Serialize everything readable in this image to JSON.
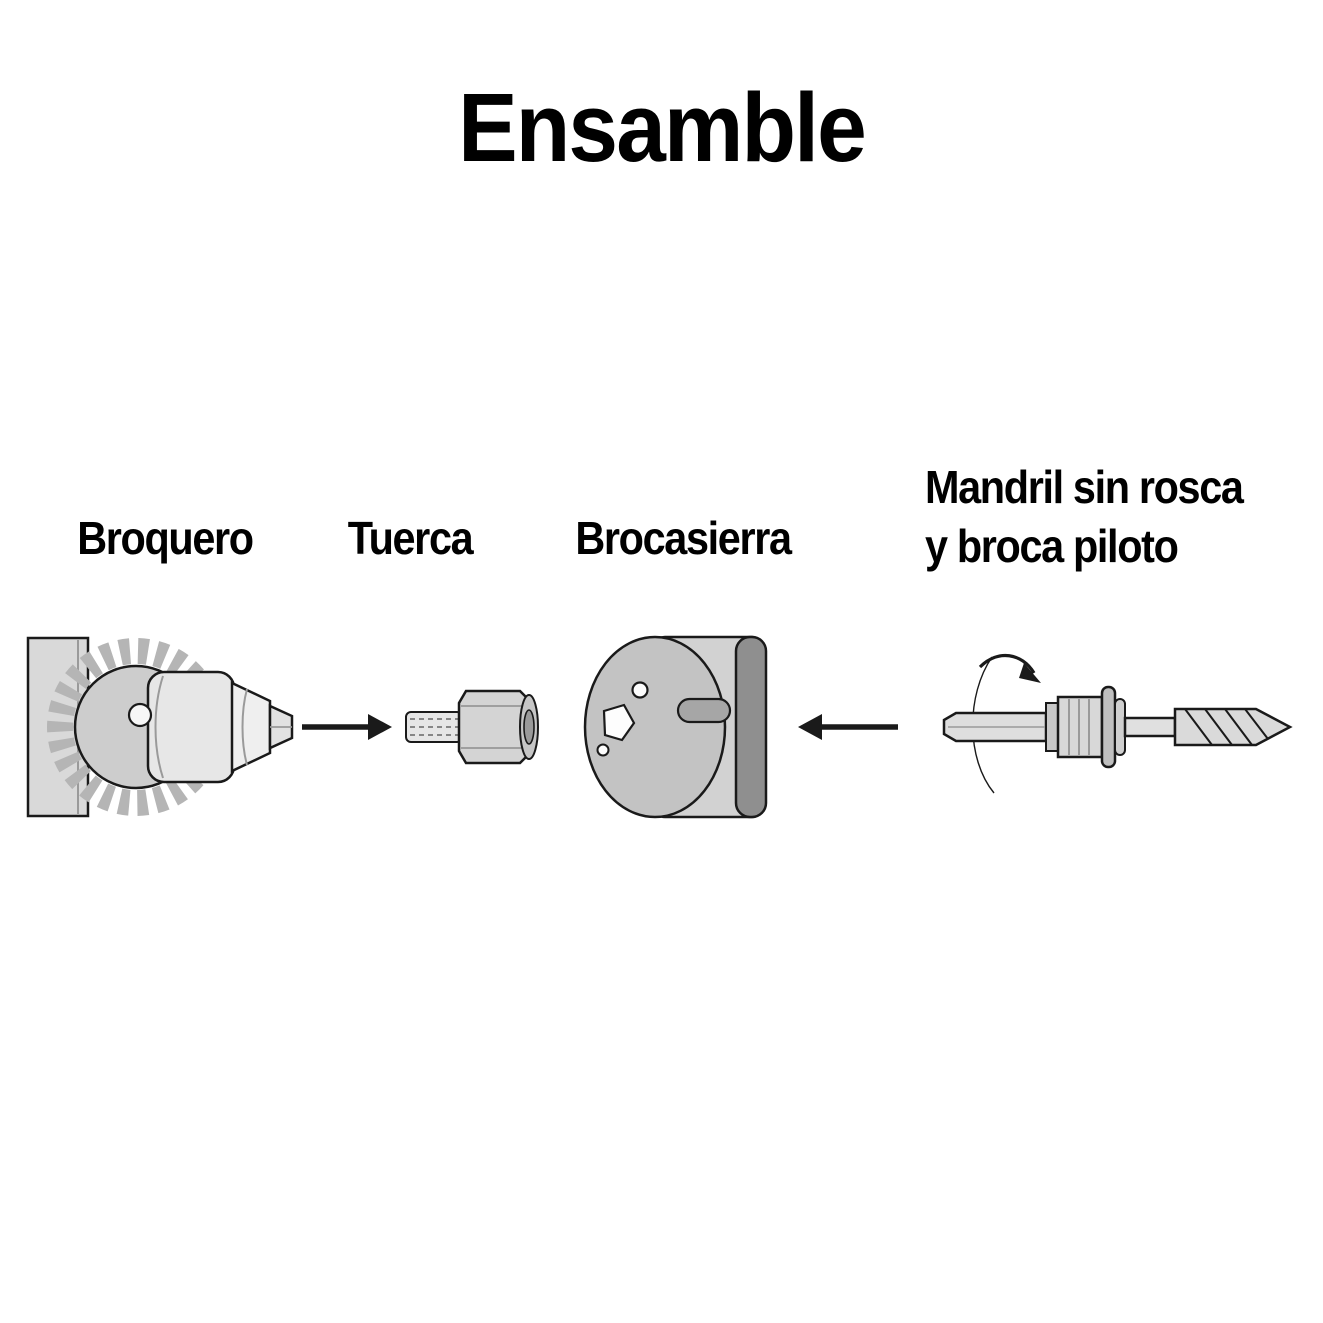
{
  "title": "Ensamble",
  "labels": {
    "chuck": "Broquero",
    "nut": "Tuerca",
    "hole_saw": "Brocasierra",
    "arbor_line1": "Mandril sin rosca",
    "arbor_line2": "y broca piloto"
  },
  "colors": {
    "outline": "#1a1a1a",
    "light_gray": "#dedede",
    "mid_gray": "#c3c3c3",
    "dark_gray": "#8f8f8f",
    "background": "#ffffff",
    "text": "#000000"
  }
}
